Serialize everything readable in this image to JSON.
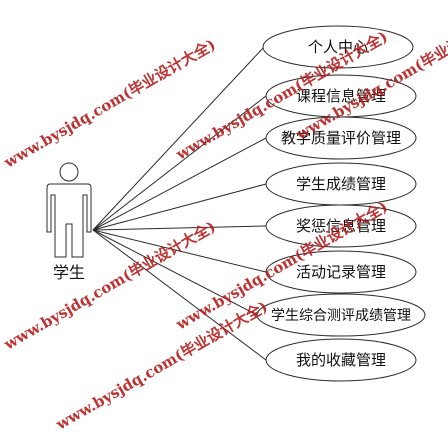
{
  "actor": {
    "label": "学生"
  },
  "use_cases": [
    {
      "label": "个人中心"
    },
    {
      "label": "课程信息管理"
    },
    {
      "label": "教学质量评价管理"
    },
    {
      "label": "学生成绩管理"
    },
    {
      "label": "奖惩信息管理"
    },
    {
      "label": "活动记录管理"
    },
    {
      "label": "学生综合测评成绩管理"
    },
    {
      "label": "我的收藏管理"
    }
  ],
  "watermark": {
    "text": "www.bysjdq.com(毕业设计大全)"
  },
  "colors": {
    "line": "#2b2b2b",
    "ellipse_fill": "#ffffff",
    "watermark": "#b71c1c"
  }
}
